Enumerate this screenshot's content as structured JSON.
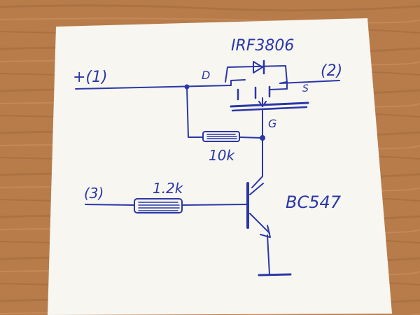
{
  "diagram": {
    "transistor_mosfet": {
      "part": "IRF3806",
      "drain": "D",
      "source": "S",
      "gate": "G"
    },
    "transistor_bjt": {
      "part": "BC547"
    },
    "resistors": {
      "gate_pull": "10k",
      "base": "1.2k"
    },
    "terminals": {
      "t1": "+(1)",
      "t2": "(2)",
      "t3": "(3)"
    }
  },
  "colors": {
    "ink": "#2a37a8",
    "paper": "#f7f6f1",
    "wood": "#b87c4b"
  }
}
